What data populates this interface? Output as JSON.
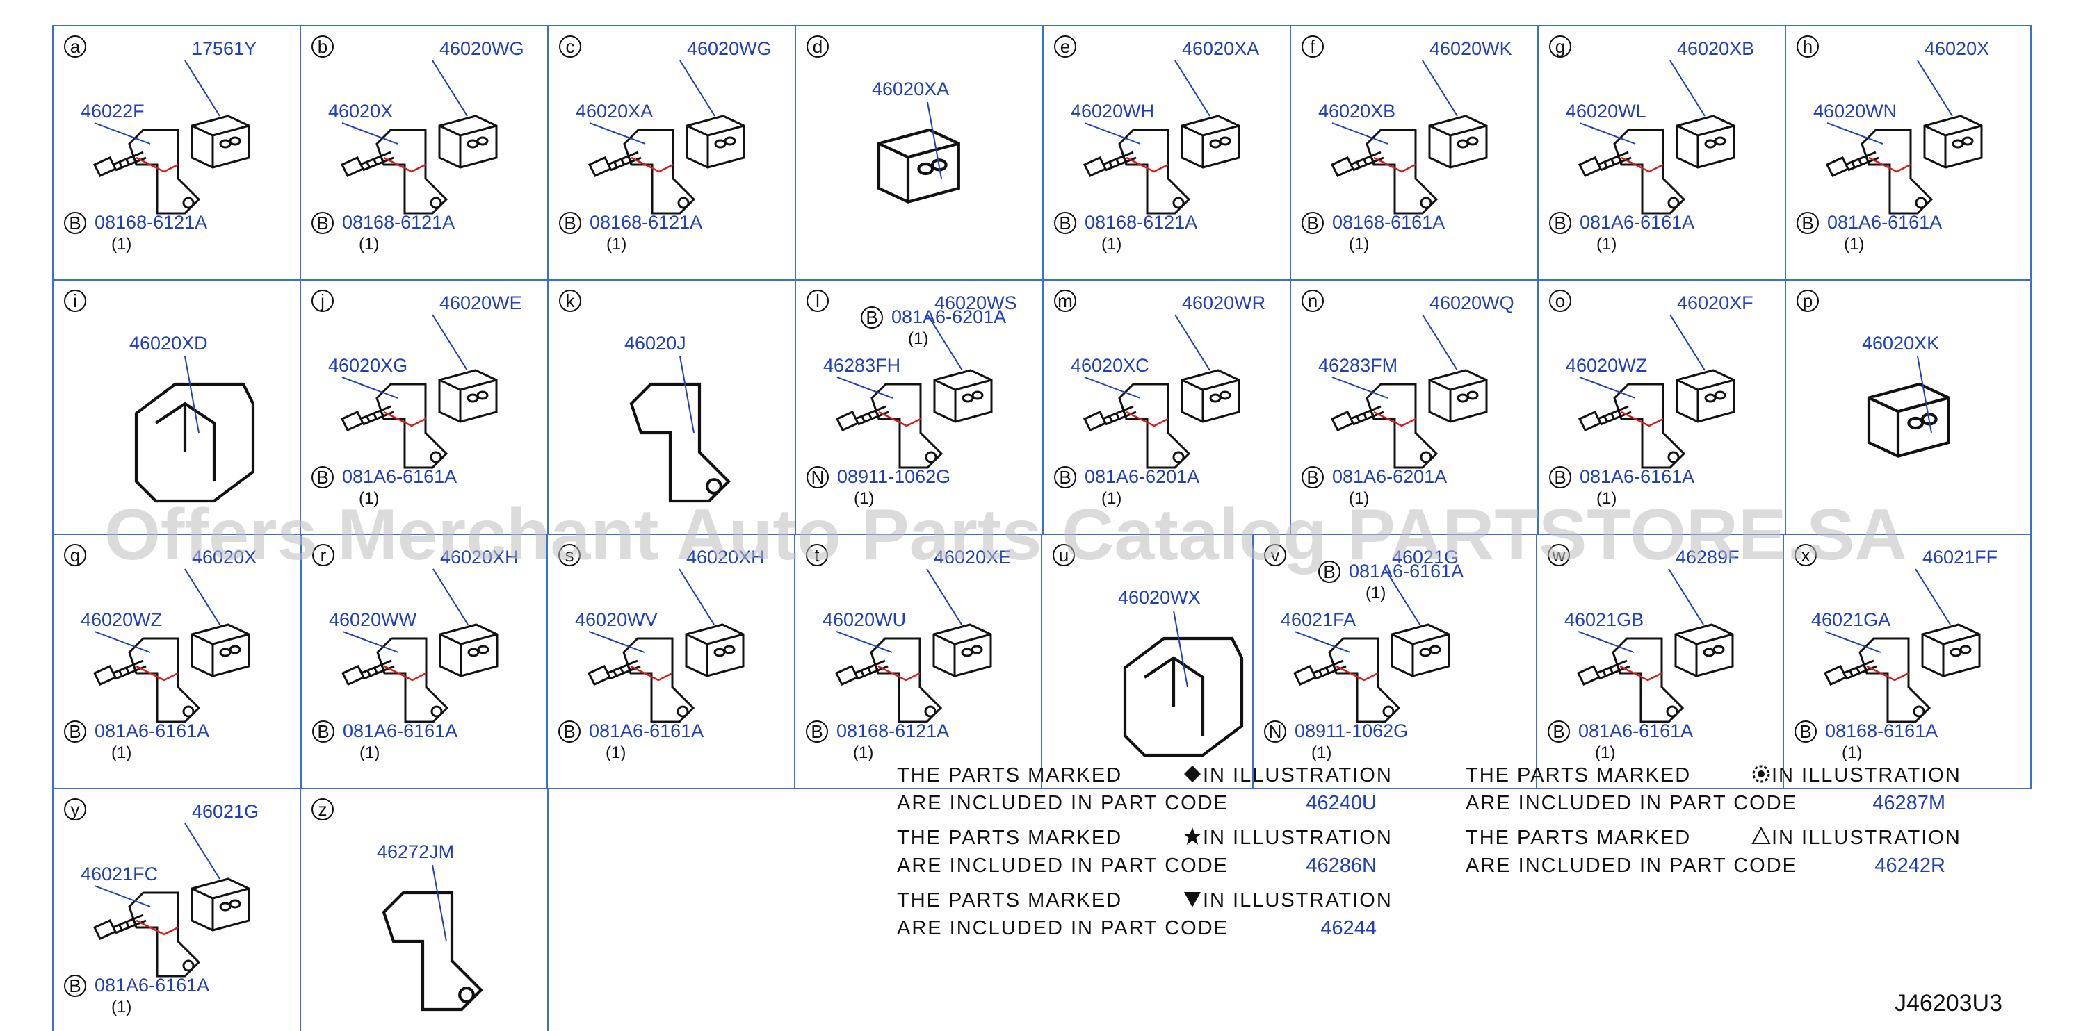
{
  "watermark": "Offers Merchant Auto Parts Catalog PARTSTORE.SA",
  "diagram_code": "J46203U3",
  "symbols": {
    "diamond": "diamond-symbol",
    "star": "star-symbol",
    "triangle_down": "triangle-down-symbol",
    "triangle": "triangle-outline-symbol",
    "flower": "flower-symbol"
  },
  "cells": [
    {
      "id": "a",
      "parts": [
        "17561Y",
        "46022F"
      ],
      "bolt": {
        "badge": "B",
        "code": "08168-6121A",
        "qty": "(1)"
      }
    },
    {
      "id": "b",
      "parts": [
        "46020WG",
        "46020X"
      ],
      "bolt": {
        "badge": "B",
        "code": "08168-6121A",
        "qty": "(1)"
      }
    },
    {
      "id": "c",
      "parts": [
        "46020WG",
        "46020XA"
      ],
      "bolt": {
        "badge": "B",
        "code": "08168-6121A",
        "qty": "(1)"
      }
    },
    {
      "id": "d",
      "parts": [
        "46020XA"
      ]
    },
    {
      "id": "e",
      "parts": [
        "46020XA",
        "46020WH"
      ],
      "bolt": {
        "badge": "B",
        "code": "08168-6121A",
        "qty": "(1)"
      }
    },
    {
      "id": "f",
      "parts": [
        "46020WK",
        "46020XB"
      ],
      "bolt": {
        "badge": "B",
        "code": "08168-6161A",
        "qty": "(1)"
      }
    },
    {
      "id": "g",
      "parts": [
        "46020XB",
        "46020WL"
      ],
      "bolt": {
        "badge": "B",
        "code": "081A6-6161A",
        "qty": "(1)"
      }
    },
    {
      "id": "h",
      "parts": [
        "46020X",
        "46020WN"
      ],
      "bolt": {
        "badge": "B",
        "code": "081A6-6161A",
        "qty": "(1)"
      }
    },
    {
      "id": "i",
      "parts": [
        "46020XD"
      ]
    },
    {
      "id": "j",
      "parts": [
        "46020WE",
        "46020XG"
      ],
      "bolt": {
        "badge": "B",
        "code": "081A6-6161A",
        "qty": "(1)"
      }
    },
    {
      "id": "k",
      "parts": [
        "46020J"
      ]
    },
    {
      "id": "l",
      "parts": [
        "46020WS",
        "46283FH"
      ],
      "bolt": {
        "badge": "B",
        "code": "081A6-6201A",
        "qty": "(1)"
      },
      "nut": {
        "badge": "N",
        "code": "08911-1062G",
        "qty": "(1)"
      }
    },
    {
      "id": "m",
      "parts": [
        "46020WR",
        "46020XC"
      ],
      "bolt": {
        "badge": "B",
        "code": "081A6-6201A",
        "qty": "(1)"
      }
    },
    {
      "id": "n",
      "parts": [
        "46020WQ",
        "46283FM"
      ],
      "bolt": {
        "badge": "B",
        "code": "081A6-6201A",
        "qty": "(1)"
      }
    },
    {
      "id": "o",
      "parts": [
        "46020XF",
        "46020WZ"
      ],
      "bolt": {
        "badge": "B",
        "code": "081A6-6161A",
        "qty": "(1)"
      }
    },
    {
      "id": "p",
      "parts": [
        "46020XK"
      ]
    },
    {
      "id": "q",
      "parts": [
        "46020X",
        "46020WZ"
      ],
      "bolt": {
        "badge": "B",
        "code": "081A6-6161A",
        "qty": "(1)"
      }
    },
    {
      "id": "r",
      "parts": [
        "46020XH",
        "46020WW"
      ],
      "bolt": {
        "badge": "B",
        "code": "081A6-6161A",
        "qty": "(1)"
      }
    },
    {
      "id": "s",
      "parts": [
        "46020XH",
        "46020WV"
      ],
      "bolt": {
        "badge": "B",
        "code": "081A6-6161A",
        "qty": "(1)"
      }
    },
    {
      "id": "t",
      "parts": [
        "46020XE",
        "46020WU"
      ],
      "bolt": {
        "badge": "B",
        "code": "08168-6121A",
        "qty": "(1)"
      }
    },
    {
      "id": "u",
      "parts": [
        "46020WX"
      ]
    },
    {
      "id": "v",
      "parts": [
        "46021G",
        "46021FA"
      ],
      "bolt": {
        "badge": "B",
        "code": "081A6-6161A",
        "qty": "(1)"
      },
      "nut": {
        "badge": "N",
        "code": "08911-1062G",
        "qty": "(1)"
      }
    },
    {
      "id": "w",
      "parts": [
        "46289F",
        "46021GB"
      ],
      "bolt": {
        "badge": "B",
        "code": "081A6-6161A",
        "qty": "(1)"
      }
    },
    {
      "id": "x",
      "parts": [
        "46021FF",
        "46021GA"
      ],
      "bolt": {
        "badge": "B",
        "code": "08168-6161A",
        "qty": "(1)"
      }
    },
    {
      "id": "y",
      "parts": [
        "46021G",
        "46021FC"
      ],
      "bolt": {
        "badge": "B",
        "code": "081A6-6161A",
        "qty": "(1)"
      }
    },
    {
      "id": "z",
      "parts": [
        "46272JM"
      ]
    }
  ],
  "notes": [
    {
      "symbol": "diamond",
      "line1a": "THE PARTS MARKED",
      "line1b": "IN ILLUSTRATION",
      "line2": "ARE INCLUDED IN PART CODE",
      "code": "46240U"
    },
    {
      "symbol": "star",
      "line1a": "THE PARTS MARKED",
      "line1b": "IN ILLUSTRATION",
      "line2": "ARE INCLUDED IN PART CODE",
      "code": "46286N"
    },
    {
      "symbol": "triangle_down",
      "line1a": "THE PARTS MARKED",
      "line1b": "IN ILLUSTRATION",
      "line2": "ARE INCLUDED IN PART CODE",
      "code": "46244"
    },
    {
      "symbol": "flower",
      "line1a": "THE PARTS MARKED",
      "line1b": "IN ILLUSTRATION",
      "line2": "ARE INCLUDED IN PART CODE",
      "code": "46287M"
    },
    {
      "symbol": "triangle",
      "line1a": "THE PARTS MARKED",
      "line1b": "IN ILLUSTRATION",
      "line2": "ARE INCLUDED IN PART CODE",
      "code": "46242R"
    }
  ]
}
